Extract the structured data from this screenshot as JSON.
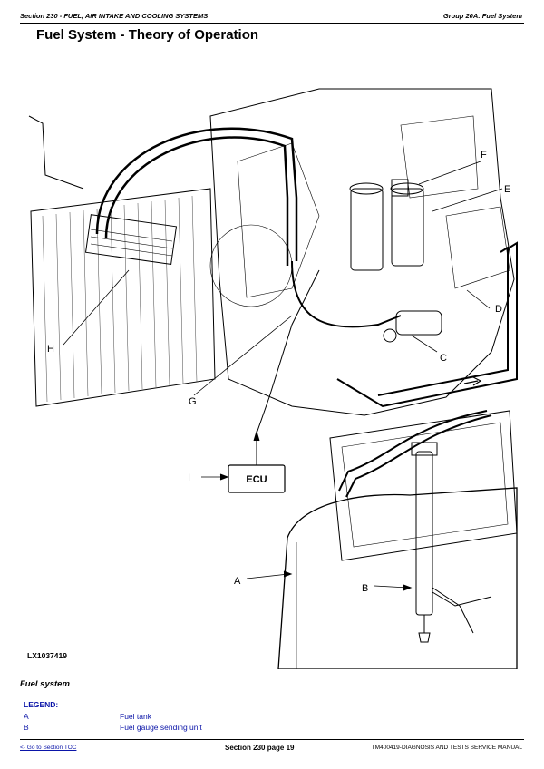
{
  "header": {
    "section": "Section 230 - FUEL, AIR INTAKE AND COOLING SYSTEMS",
    "group": "Group 20A: Fuel System"
  },
  "title": "Fuel System - Theory of Operation",
  "figure": {
    "id": "LX1037419",
    "callouts": {
      "A": "A",
      "B": "B",
      "C": "C",
      "D": "D",
      "E": "E",
      "F": "F",
      "G": "G",
      "H": "H",
      "I": "I"
    },
    "ecu_label": "ECU"
  },
  "caption": "Fuel system",
  "legend": {
    "title": "LEGEND:",
    "items": [
      {
        "key": "A",
        "text": "Fuel tank"
      },
      {
        "key": "B",
        "text": "Fuel gauge sending unit"
      }
    ]
  },
  "footer": {
    "toc_link": "<- Go to Section TOC",
    "page": "Section 230 page 19",
    "manual": "TM400419-DIAGNOSIS AND TESTS SERVICE MANUAL"
  }
}
